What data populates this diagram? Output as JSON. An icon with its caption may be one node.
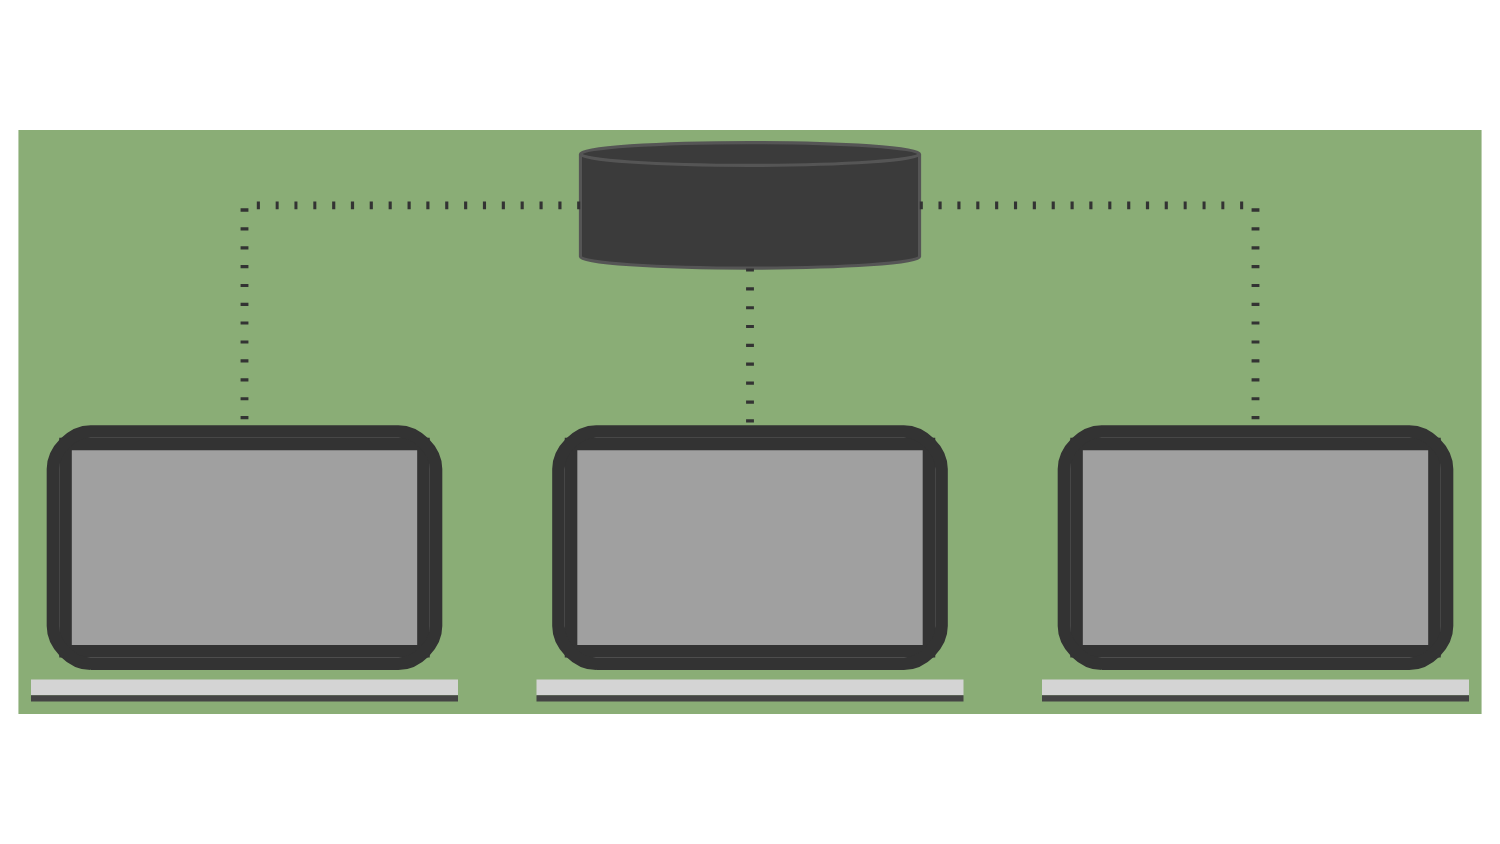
{
  "diagram": {
    "nodes": [
      {
        "text": [],
        "shape": "cylinder"
      },
      {
        "text": [],
        "shape": "laptop"
      },
      {
        "text": [],
        "shape": "laptop"
      },
      {
        "text": [],
        "shape": "laptop"
      }
    ],
    "edges": [
      {
        "from": 0,
        "to": 1,
        "arrow": "none",
        "style": "dashed"
      },
      {
        "from": 0,
        "to": 2,
        "arrow": "none",
        "style": "dashed"
      },
      {
        "from": 0,
        "to": 3,
        "arrow": "none",
        "style": "dashed"
      }
    ]
  }
}
